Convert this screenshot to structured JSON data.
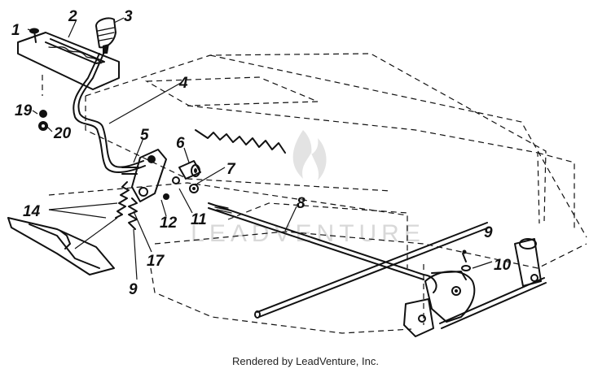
{
  "callouts": {
    "c1": "1",
    "c2": "2",
    "c3": "3",
    "c4": "4",
    "c5": "5",
    "c6": "6",
    "c7": "7",
    "c8": "8",
    "c9a": "9",
    "c9b": "9",
    "c10": "10",
    "c11": "11",
    "c12": "12",
    "c14": "14",
    "c17": "17",
    "c19": "19",
    "c20": "20"
  },
  "watermark": "LEADVENTURE",
  "footer": "Rendered by LeadVenture, Inc."
}
